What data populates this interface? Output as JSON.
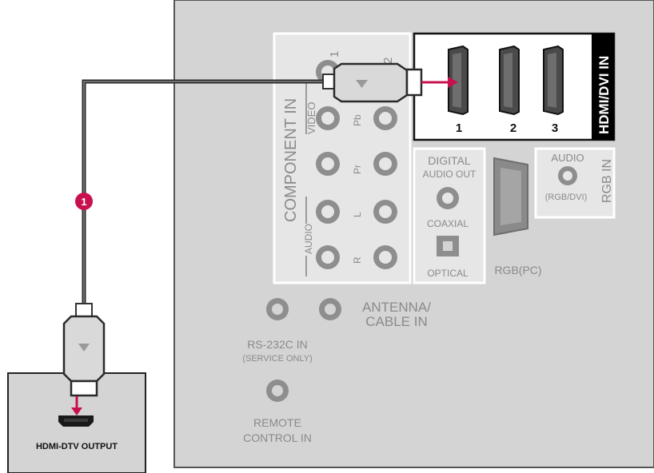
{
  "hdmi_panel": {
    "title": "HDMI/DVI IN",
    "ports": [
      "1",
      "2",
      "3"
    ]
  },
  "component_in": {
    "title": "COMPONENT IN",
    "jack_numbers": [
      "1",
      "2"
    ],
    "row_labels": [
      "VIDEO",
      "Pb",
      "Pr",
      "L",
      "R"
    ],
    "audio_label": "AUDIO"
  },
  "digital_audio_out": {
    "title_line1": "DIGITAL",
    "title_line2": "AUDIO OUT",
    "coaxial": "COAXIAL",
    "optical": "OPTICAL"
  },
  "rgb_in": {
    "title": "RGB IN",
    "audio": "AUDIO",
    "audio_sub": "(RGB/DVI)",
    "rgb_pc": "RGB(PC)"
  },
  "antenna": {
    "line1": "ANTENNA/",
    "line2": "CABLE IN"
  },
  "rs232": {
    "line1": "RS-232C IN",
    "line2": "(SERVICE ONLY)"
  },
  "remote": {
    "line1": "REMOTE",
    "line2": "CONTROL IN"
  },
  "source_device": {
    "label": "HDMI-DTV OUTPUT"
  },
  "step_marker": {
    "number": "1"
  },
  "colors": {
    "panel_bg": "#d4d4d4",
    "panel_border": "#555555",
    "group_bg": "#e6e6e6",
    "jack_ring": "#8e8e8e",
    "cable": "#2a2a2a",
    "accent": "#c8104e",
    "hdmi_label_bg": "#000000"
  }
}
